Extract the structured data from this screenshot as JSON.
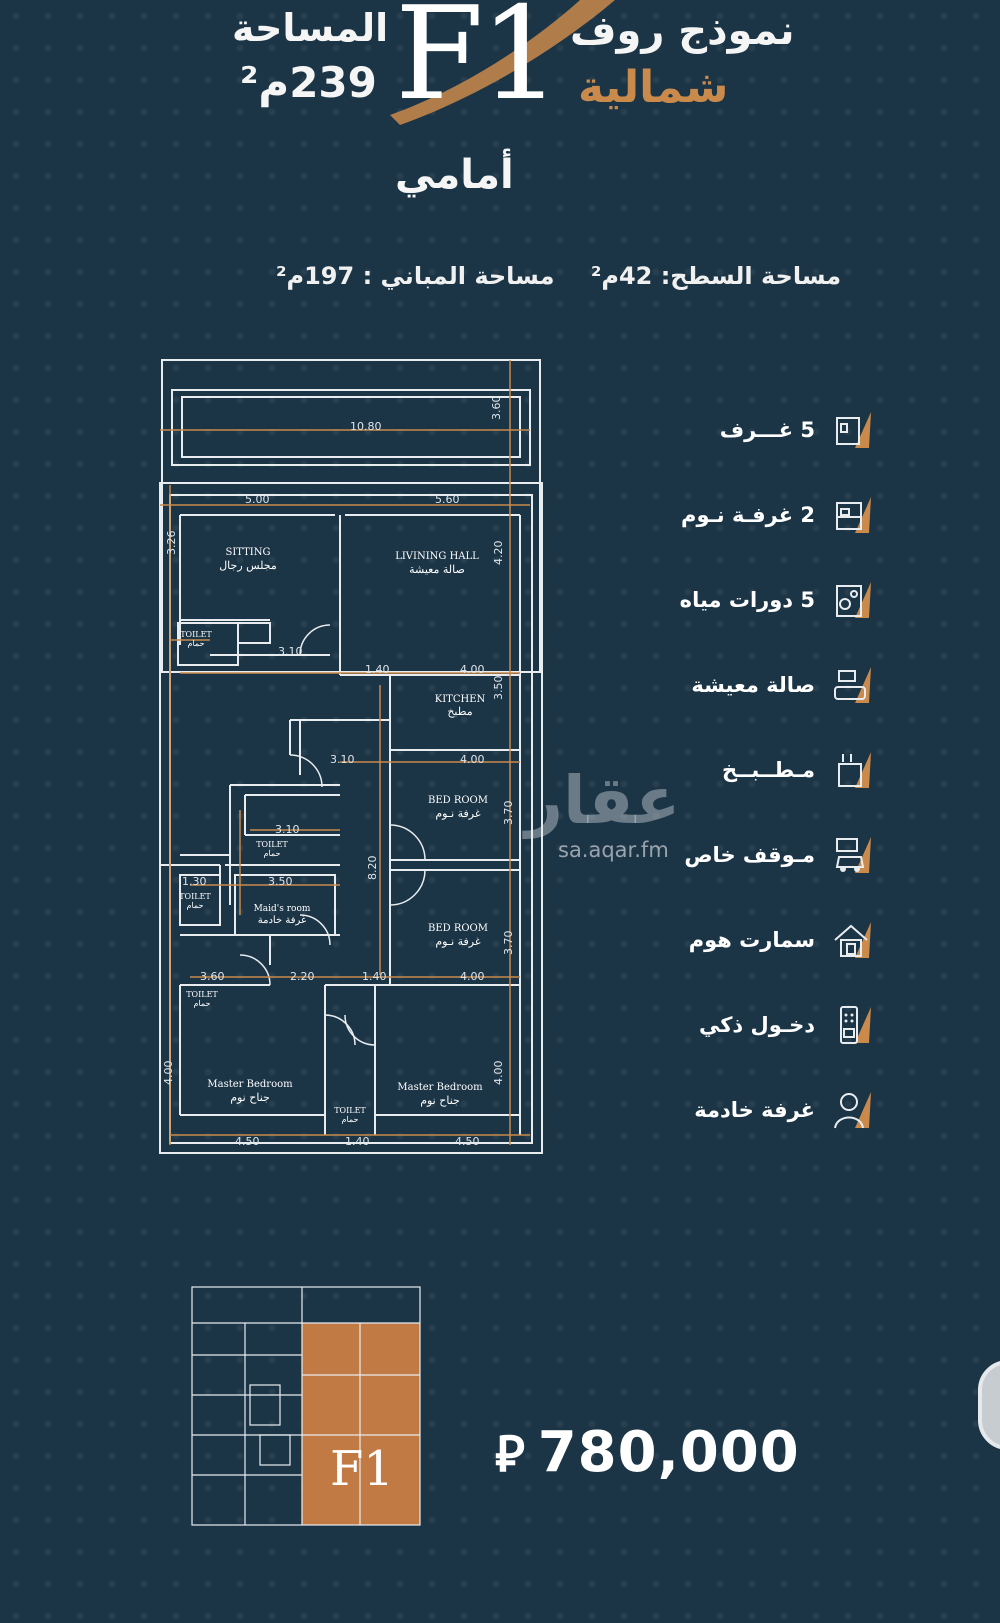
{
  "header": {
    "area_label": "المساحة",
    "area_value": "239م²",
    "model_line1": "نموذج روف",
    "model_line2": "شمالية",
    "model_code": "F1",
    "facing": "أمامي"
  },
  "stats": {
    "building_area": "مساحة المباني : 197م²",
    "roof_area": "مساحة السطح: 42م²"
  },
  "features": [
    {
      "label": "5 غـــرف",
      "icon": "rooms-icon"
    },
    {
      "label": "2 غرفـة نـوم",
      "icon": "bedroom-icon"
    },
    {
      "label": "5 دورات مياه",
      "icon": "bathroom-icon"
    },
    {
      "label": "صالة معيشة",
      "icon": "living-room-icon"
    },
    {
      "label": "مـطــبــخ",
      "icon": "kitchen-icon"
    },
    {
      "label": "مـوقف خاص",
      "icon": "parking-icon"
    },
    {
      "label": "سمارت هوم",
      "icon": "smart-home-icon"
    },
    {
      "label": "دخـول ذكي",
      "icon": "smart-entry-icon"
    },
    {
      "label": "غرفة خادمة",
      "icon": "maid-room-icon"
    }
  ],
  "plan": {
    "dims": {
      "d1080": "10.80",
      "d360": "3.60",
      "d500": "5.00",
      "d560": "5.60",
      "d326": "3.26",
      "d420": "4.20",
      "d310a": "3.10",
      "d140a": "1.40",
      "d400a": "4.00",
      "d350": "3.50",
      "d310b": "3.10",
      "d400b": "4.00",
      "d370a": "3.70",
      "d310c": "3.10",
      "d820": "8.20",
      "d130": "1.30",
      "d350b": "3.50",
      "d370b": "3.70",
      "d360b": "3.60",
      "d220": "2.20",
      "d140b": "1.40",
      "d400c": "4.00",
      "d400d": "4.00",
      "d400e": "4.00",
      "d450a": "4.50",
      "d140c": "1.40",
      "d450b": "4.50"
    },
    "rooms": {
      "sitting_en": "SITTING",
      "sitting_ar": "مجلس رجال",
      "living_en": "LIVINING HALL",
      "living_ar": "صالة معيشة",
      "toilet1_en": "TOILET",
      "toilet1_ar": "حمام",
      "kitchen_en": "KITCHEN",
      "kitchen_ar": "مطبخ",
      "bed1_en": "BED ROOM",
      "bed1_ar": "غرفة نـوم",
      "toilet2_en": "TOILET",
      "toilet2_ar": "حمام",
      "toilet3_en": "TOILET",
      "toilet3_ar": "حمام",
      "maid_en": "Maid's room",
      "maid_ar": "غرفة خادمة",
      "bed2_en": "BED ROOM",
      "bed2_ar": "غرفة نـوم",
      "toilet4_en": "TOILET",
      "toilet4_ar": "حمام",
      "master1_en": "Master Bedroom",
      "master1_ar": "جناح نوم",
      "master2_en": "Master Bedroom",
      "master2_ar": "جناح نوم",
      "toilet5_en": "TOILET",
      "toilet5_ar": "حمام"
    }
  },
  "thumbnail": {
    "label": "F1"
  },
  "watermark": {
    "brand": "عقار",
    "url": "sa.aqar.fm"
  },
  "price": {
    "currency": "⃁",
    "value": "780,000"
  },
  "colors": {
    "background": "#1b3446",
    "accent": "#c98a4b",
    "lines": "#e8ecef"
  }
}
